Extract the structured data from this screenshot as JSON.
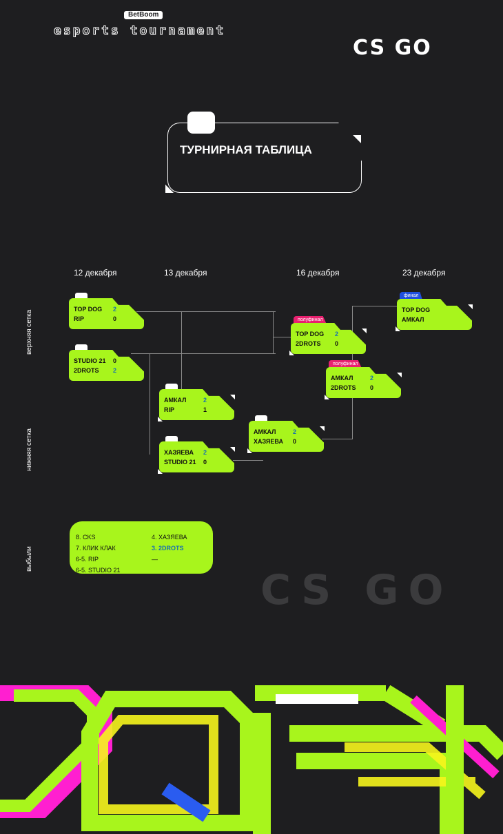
{
  "header": {
    "brand_small": "BetBoom",
    "brand_main": "esports tournament",
    "game_logo": "CS GO"
  },
  "title": "ТУРНИРНАЯ ТАБЛИЦА",
  "dates": [
    "12 декабря",
    "13 декабря",
    "16 декабря",
    "23 декабря"
  ],
  "sections": {
    "upper": "верхняя сетка",
    "lower": "нижняя сетка",
    "out": "выбыли"
  },
  "matches": [
    {
      "tag": "",
      "t1": "TOP DOG",
      "s1": "2",
      "t2": "RIP",
      "s2": "0"
    },
    {
      "tag": "",
      "t1": "STUDIO 21",
      "s1": "0",
      "t2": "2DROTS",
      "s2": "2"
    },
    {
      "tag": "",
      "t1": "АМКАЛ",
      "s1": "2",
      "t2": "RIP",
      "s2": "1"
    },
    {
      "tag": "",
      "t1": "ХАЗЯЕВА",
      "s1": "2",
      "t2": "STUDIO 21",
      "s2": "0"
    },
    {
      "tag": "полуфинал",
      "t1": "TOP DOG",
      "s1": "2",
      "t2": "2DROTS",
      "s2": "0"
    },
    {
      "tag": "полуфинал",
      "t1": "АМКАЛ",
      "s1": "2",
      "t2": "2DROTS",
      "s2": "0"
    },
    {
      "tag": "",
      "t1": "АМКАЛ",
      "s1": "2",
      "t2": "ХАЗЯЕВА",
      "s2": "0"
    },
    {
      "tag": "финал",
      "t1": "TOP DOG",
      "s1": "",
      "t2": "АМКАЛ",
      "s2": ""
    }
  ],
  "eliminated": {
    "left": [
      "8. CKS",
      "7. КЛИК КЛАК",
      "6-5. RIP",
      "6-5. STUDIO 21"
    ],
    "right": [
      "4. ХАЗЯЕВА",
      "3. 2DROTS",
      "—"
    ]
  },
  "colors": {
    "green": "#a8f51c",
    "semifinal": "#e8206f",
    "final": "#1f4fe0",
    "winner": "#1a6fb0"
  }
}
